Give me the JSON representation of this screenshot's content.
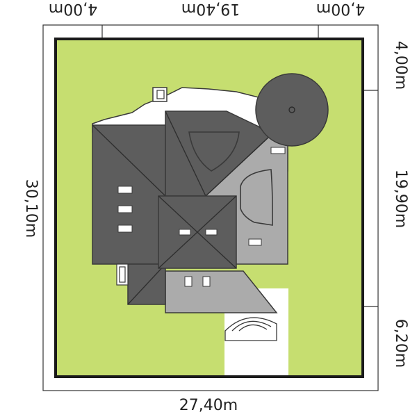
{
  "dimensions": {
    "top_left": "4,00m",
    "top_middle": "19,40m",
    "top_right": "4,00m",
    "bottom": "27,40m",
    "left": "30,10m",
    "right_top": "4,00m",
    "right_middle": "19,90m",
    "right_bottom": "6,20m"
  },
  "colors": {
    "plot": "#c6de70",
    "boundary": "#1a1a1a",
    "roof_dark": "#5d5d5d",
    "roof_light": "#ababab",
    "driveway": "#ffffff",
    "outline": "#3a3a3a"
  }
}
